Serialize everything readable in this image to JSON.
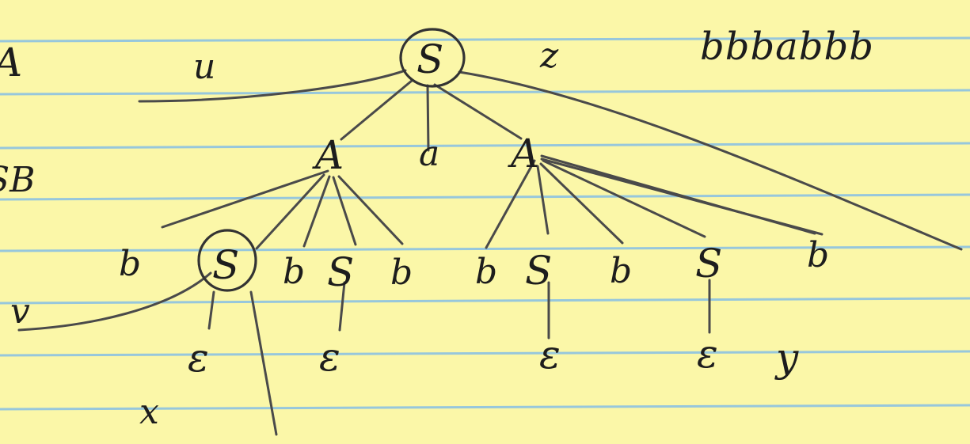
{
  "note": {
    "paper_color": "#fbf7a8",
    "rule_color": "#97c7dc",
    "ink_color": "#1d1d1d",
    "string_label": "bbbabbb",
    "left_edge_labels": {
      "top": "A",
      "middle": "SB"
    },
    "marker_labels": {
      "u": "u",
      "z": "z",
      "v": "v",
      "x": "x",
      "y": "y"
    },
    "tree": {
      "root": "S",
      "level1": [
        "A",
        "a",
        "A"
      ],
      "left_A_children": [
        "b",
        "S",
        "b",
        "S",
        "b"
      ],
      "right_A_children": [
        "b",
        "S",
        "b",
        "S",
        "b"
      ],
      "epsilons": [
        "ε",
        "ε",
        "ε",
        "ε"
      ]
    }
  }
}
